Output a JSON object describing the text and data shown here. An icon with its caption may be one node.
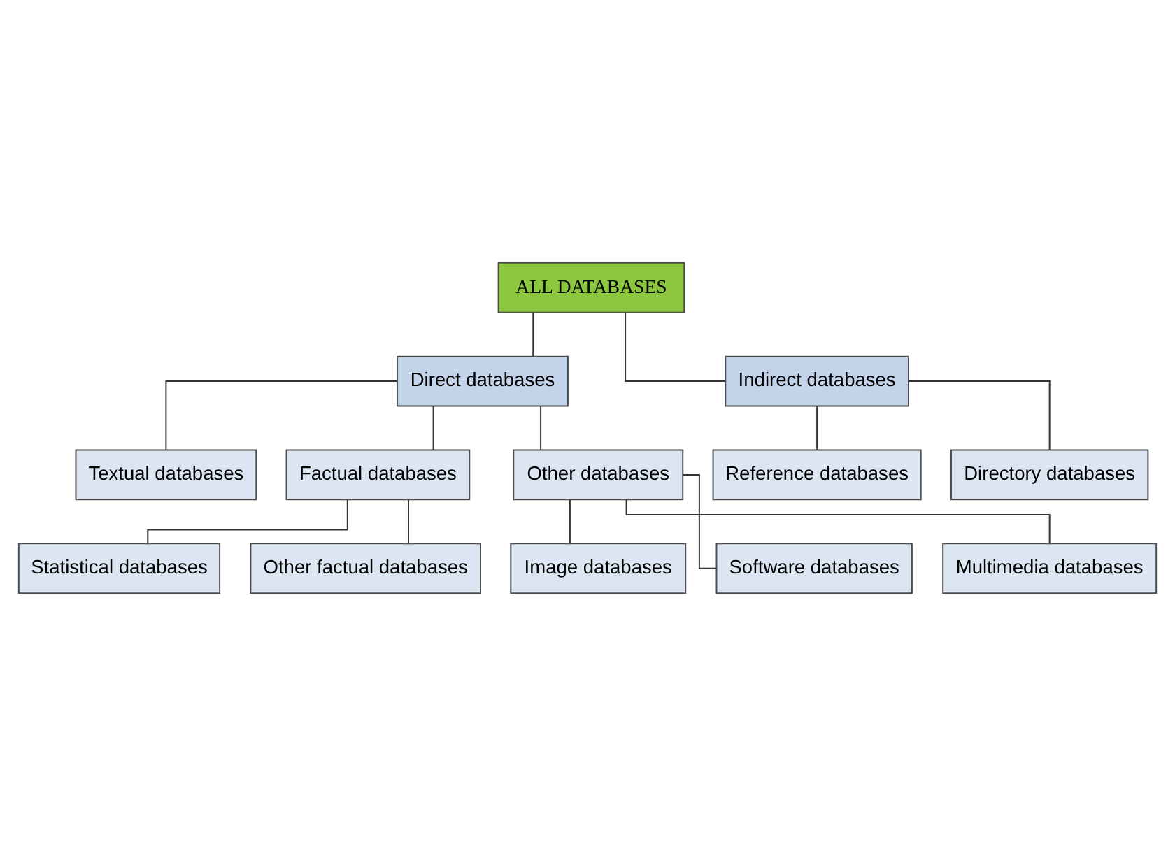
{
  "diagram": {
    "nodes": [
      {
        "text": [
          "ALL DATABASES"
        ]
      },
      {
        "text": [
          "Direct databases"
        ]
      },
      {
        "text": [
          "Indirect databases"
        ]
      },
      {
        "text": [
          "Textual databases"
        ]
      },
      {
        "text": [
          "Factual databases"
        ]
      },
      {
        "text": [
          "Other databases"
        ]
      },
      {
        "text": [
          "Reference databases"
        ]
      },
      {
        "text": [
          "Directory databases"
        ]
      },
      {
        "text": [
          "Statistical databases"
        ]
      },
      {
        "text": [
          "Other factual databases"
        ]
      },
      {
        "text": [
          "Image databases"
        ]
      },
      {
        "text": [
          "Software databases"
        ]
      },
      {
        "text": [
          "Multimedia databases"
        ]
      }
    ],
    "edges": [
      {
        "from": 0,
        "to": 1,
        "arrow": "none"
      },
      {
        "from": 0,
        "to": 2,
        "arrow": "none"
      },
      {
        "from": 1,
        "to": 3,
        "arrow": "none"
      },
      {
        "from": 1,
        "to": 4,
        "arrow": "none"
      },
      {
        "from": 1,
        "to": 5,
        "arrow": "none"
      },
      {
        "from": 2,
        "to": 6,
        "arrow": "none"
      },
      {
        "from": 2,
        "to": 7,
        "arrow": "none"
      },
      {
        "from": 4,
        "to": 8,
        "arrow": "none"
      },
      {
        "from": 4,
        "to": 9,
        "arrow": "none"
      },
      {
        "from": 5,
        "to": 10,
        "arrow": "none"
      },
      {
        "from": 5,
        "to": 11,
        "arrow": "none"
      },
      {
        "from": 5,
        "to": 12,
        "arrow": "none"
      }
    ]
  }
}
